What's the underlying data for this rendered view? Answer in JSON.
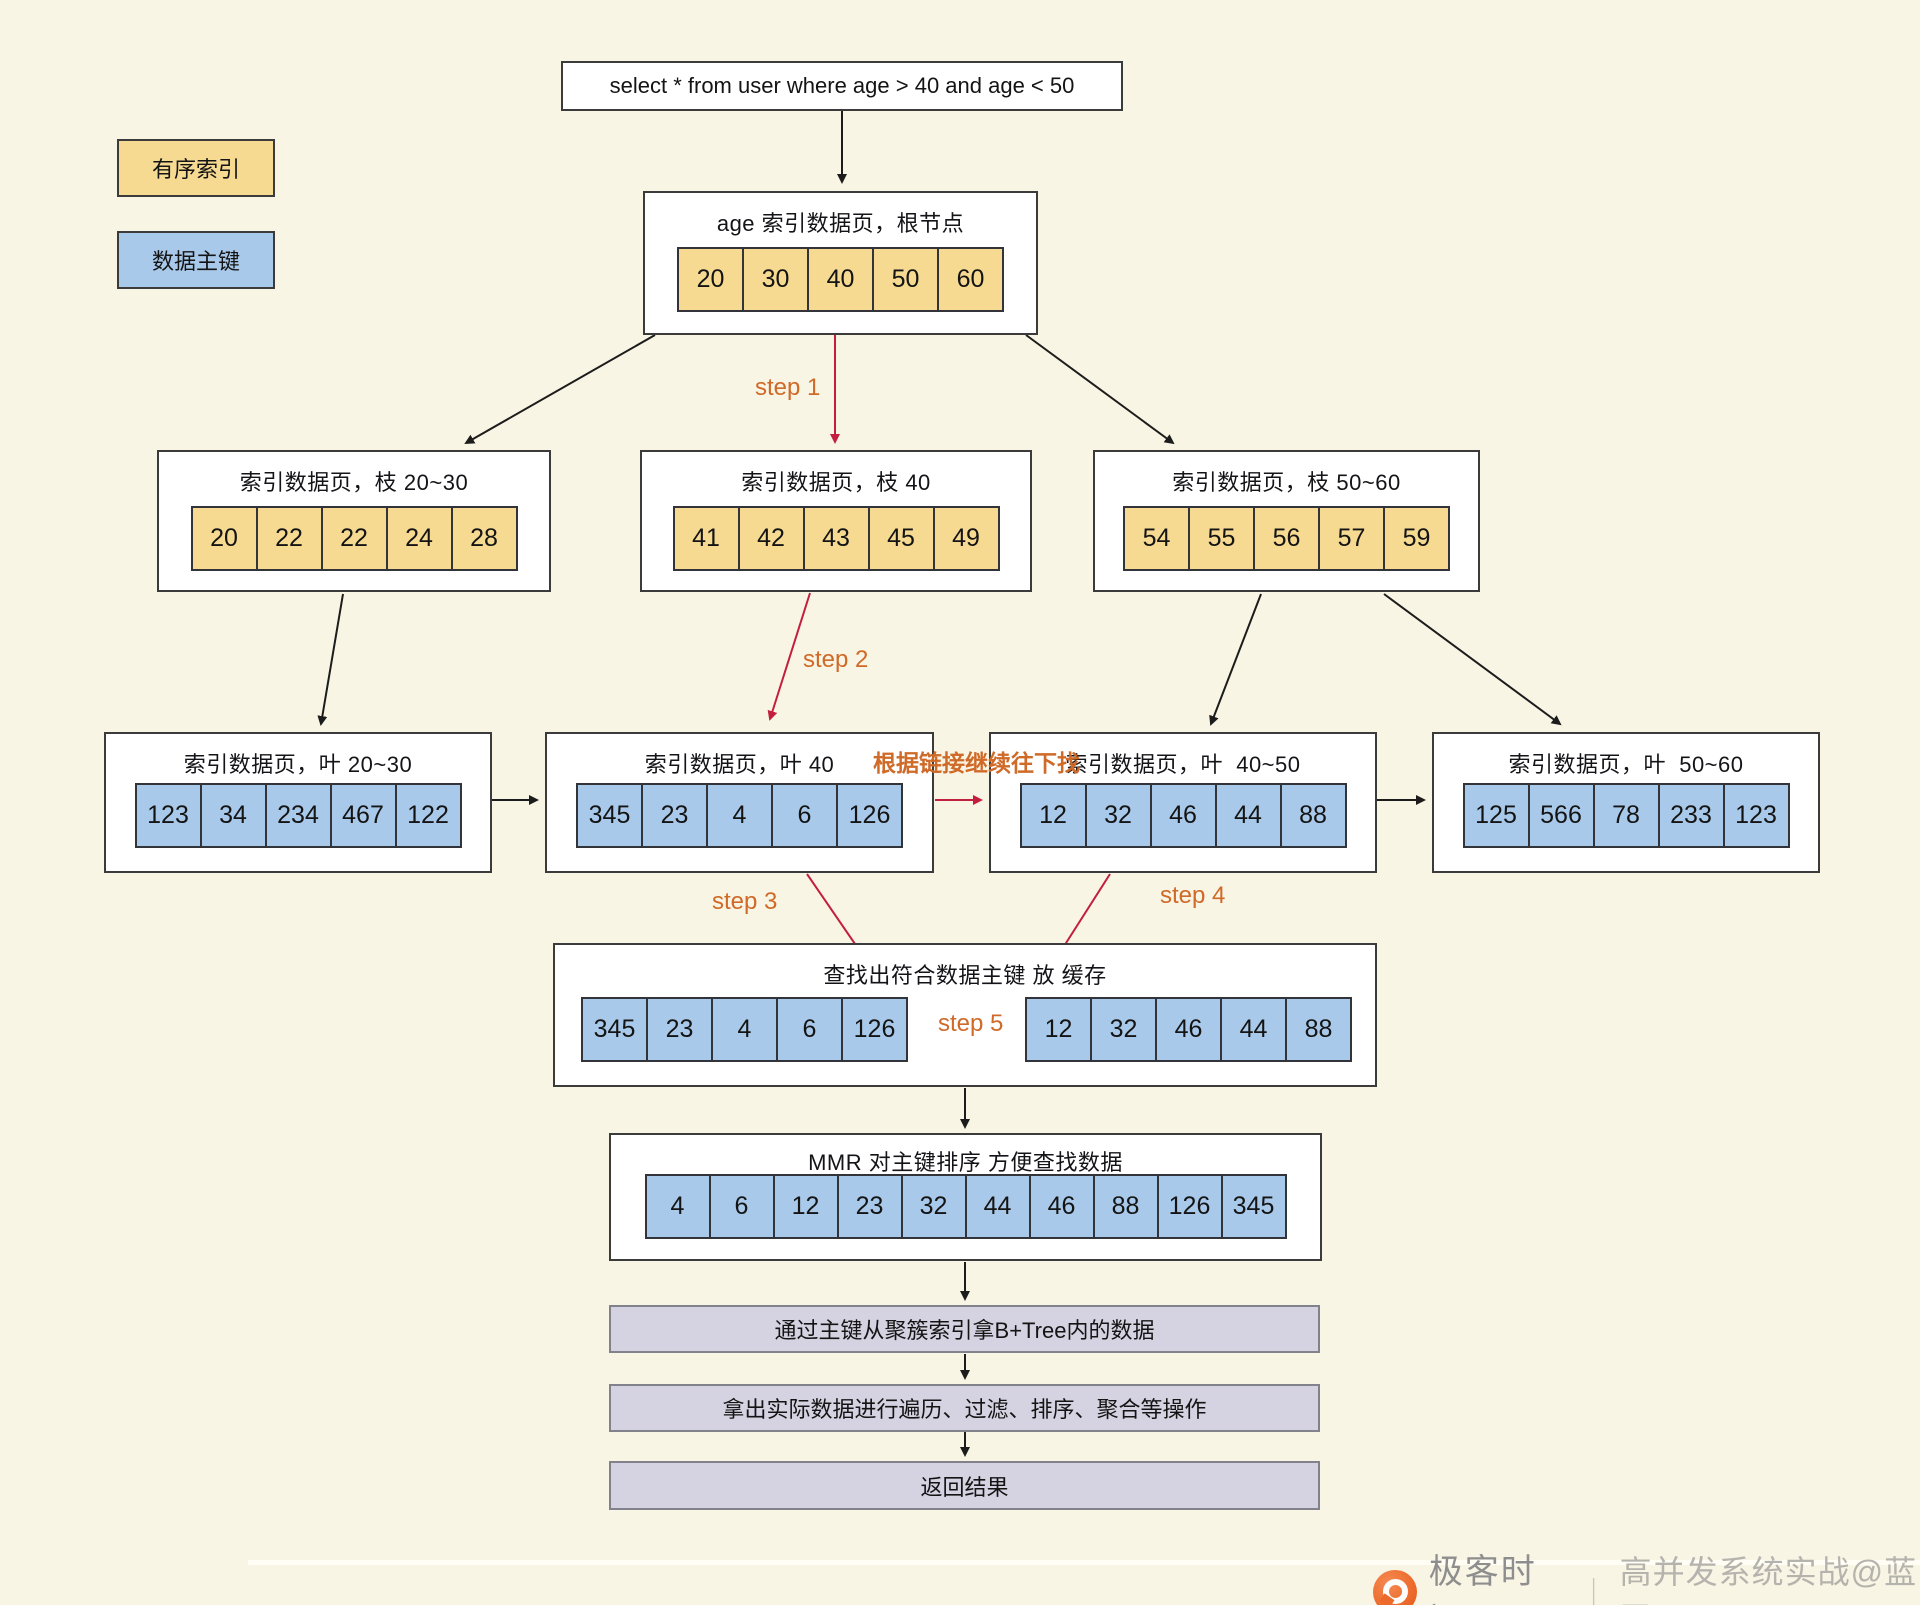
{
  "query": "select * from user where age > 40 and age <  50",
  "legend": {
    "ordered_index": "有序索引",
    "data_primary_key": "数据主键"
  },
  "nodes": {
    "root": {
      "title": "age 索引数据页，根节点",
      "cells": [
        "20",
        "30",
        "40",
        "50",
        "60"
      ]
    },
    "branch_20_30": {
      "title": "索引数据页，枝 20~30",
      "cells": [
        "20",
        "22",
        "22",
        "24",
        "28"
      ]
    },
    "branch_40": {
      "title": "索引数据页，枝 40",
      "cells": [
        "41",
        "42",
        "43",
        "45",
        "49"
      ]
    },
    "branch_50_60": {
      "title": "索引数据页，枝 50~60",
      "cells": [
        "54",
        "55",
        "56",
        "57",
        "59"
      ]
    },
    "leaf_20_30": {
      "title": "索引数据页，叶 20~30",
      "cells": [
        "123",
        "34",
        "234",
        "467",
        "122"
      ]
    },
    "leaf_40": {
      "title": "索引数据页，叶 40",
      "cells": [
        "345",
        "23",
        "4",
        "6",
        "126"
      ]
    },
    "leaf_40_50": {
      "title": "索引数据页，叶  40~50",
      "cells": [
        "12",
        "32",
        "46",
        "44",
        "88"
      ]
    },
    "leaf_50_60": {
      "title": "索引数据页，叶  50~60",
      "cells": [
        "125",
        "566",
        "78",
        "233",
        "123"
      ]
    },
    "cache": {
      "title": "查找出符合数据主键 放 缓存",
      "group1": [
        "345",
        "23",
        "4",
        "6",
        "126"
      ],
      "group2": [
        "12",
        "32",
        "46",
        "44",
        "88"
      ]
    },
    "mmr": {
      "title": "MMR 对主键排序 方便查找数据",
      "cells": [
        "4",
        "6",
        "12",
        "23",
        "32",
        "44",
        "46",
        "88",
        "126",
        "345"
      ]
    }
  },
  "steps": {
    "s1": "step 1",
    "s2": "step 2",
    "s3": "step 3",
    "s4": "step 4",
    "s5": "step 5",
    "link_note": "根据链接继续往下找"
  },
  "process": {
    "p1": "通过主键从聚簇索引拿B+Tree内的数据",
    "p2": "拿出实际数据进行遍历、过滤、排序、聚合等操作",
    "p3": "返回结果"
  },
  "watermark": {
    "brand": "极客时间",
    "divider": "｜",
    "course": "高并发系统实战@蓝天"
  },
  "colors": {
    "background": "#f9f5e4",
    "ordered_index_fill": "#f6da92",
    "primary_key_fill": "#a9c9ea",
    "process_fill": "#d5d2e1",
    "step_arrow": "#c11f3d",
    "step_text": "#cf6a28"
  }
}
